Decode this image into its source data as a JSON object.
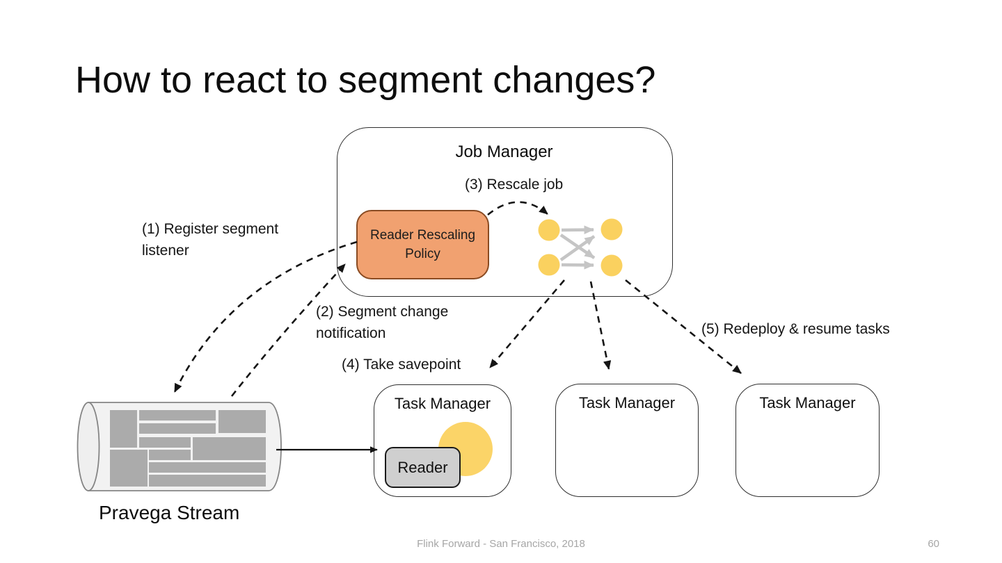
{
  "slide": {
    "title": "How to react to segment changes?",
    "footer_text": "Flink Forward - San Francisco, 2018",
    "page_number": "60"
  },
  "job_manager": {
    "title": "Job Manager",
    "policy_label": "Reader Rescaling Policy"
  },
  "steps": {
    "s1": "(1) Register segment listener",
    "s2": "(2) Segment change notification",
    "s3": "(3) Rescale job",
    "s4": "(4) Take savepoint",
    "s5": "(5) Redeploy & resume tasks"
  },
  "stream": {
    "label": "Pravega Stream"
  },
  "task_managers": [
    {
      "title": "Task Manager",
      "reader_label": "Reader"
    },
    {
      "title": "Task Manager"
    },
    {
      "title": "Task Manager"
    }
  ],
  "colors": {
    "policy_orange_fill": "#F1A170",
    "policy_orange_border": "#8A4B22",
    "task_yellow": "#FAD15F",
    "segment_gray": "#ABABAB",
    "connector_gray": "#C5C5C5",
    "footer_gray": "#A6A6A6"
  }
}
